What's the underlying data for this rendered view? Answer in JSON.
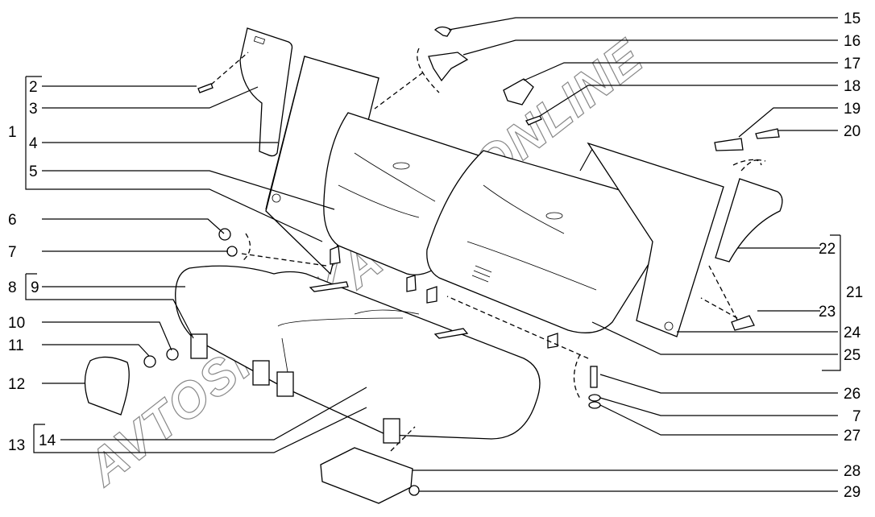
{
  "title": "Rear seat exploded parts diagram",
  "watermark": "AVTOSKAZKA.CAT.ONLINE",
  "callouts": {
    "c1": "1",
    "c2": "2",
    "c3": "3",
    "c4": "4",
    "c5": "5",
    "c6": "6",
    "c7a": "7",
    "c8": "8",
    "c9": "9",
    "c10": "10",
    "c11": "11",
    "c12": "12",
    "c13": "13",
    "c14": "14",
    "c15": "15",
    "c16": "16",
    "c17": "17",
    "c18": "18",
    "c19": "19",
    "c20": "20",
    "c21": "21",
    "c22": "22",
    "c23": "23",
    "c24": "24",
    "c25": "25",
    "c26": "26",
    "c7b": "7",
    "c27": "27",
    "c28": "28",
    "c29": "29"
  }
}
